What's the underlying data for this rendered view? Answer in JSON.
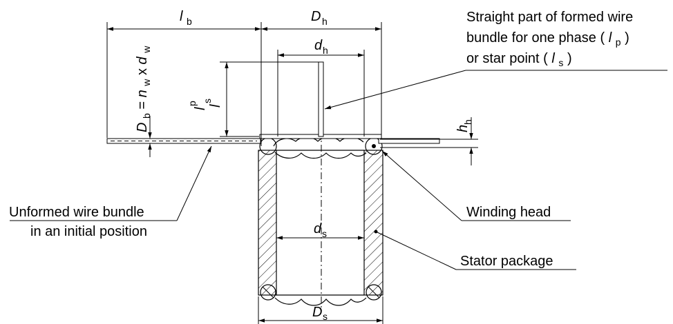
{
  "dimensions": {
    "lb": {
      "main": "l",
      "sub": "b"
    },
    "Dh": {
      "main": "D",
      "sub": "h"
    },
    "dh": {
      "main": "d",
      "sub": "h"
    },
    "hh": {
      "main": "h",
      "sub": "h"
    },
    "ds": {
      "main": "d",
      "sub": "s"
    },
    "Ds": {
      "main": "D",
      "sub": "s"
    },
    "lp": {
      "main": "l",
      "sub": "p"
    },
    "ls": {
      "main": "l",
      "sub": "s"
    },
    "Db_formula": {
      "D": "D",
      "Db_sub": "b",
      "eq": " = ",
      "n": "n",
      "n_sub": "w",
      "x": " x ",
      "d": "d",
      "d_sub": "w"
    }
  },
  "callouts": {
    "straight_part": {
      "line1": "Straight part of formed wire",
      "line2_a": "bundle for one phase (",
      "line2_var": "l",
      "line2_sub": "p",
      "line2_b": ")",
      "line3_a": "or star point (",
      "line3_var": "l",
      "line3_sub": "s",
      "line3_b": ")"
    },
    "unformed": {
      "line1": "Unformed wire bundle",
      "line2": "in an initial position"
    },
    "winding_head": "Winding head",
    "stator_package": "Stator package"
  },
  "colors": {
    "line": "#000000",
    "background": "#ffffff"
  }
}
